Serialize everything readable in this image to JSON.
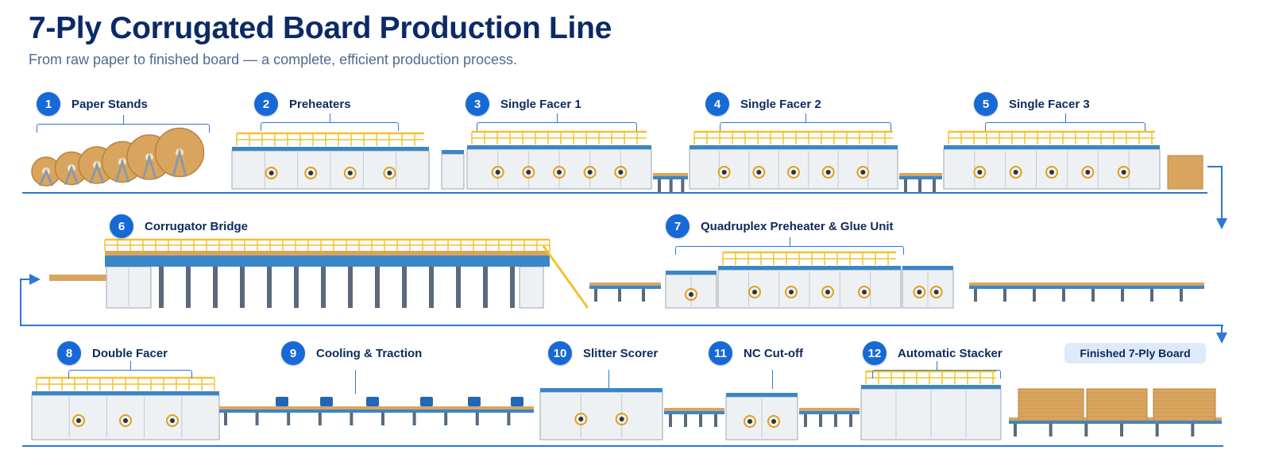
{
  "header": {
    "title": "7-Ply Corrugated Board Production Line",
    "subtitle": "From raw paper to finished board — a complete, efficient production process."
  },
  "stages": [
    {
      "number": "1",
      "label": "Paper Stands"
    },
    {
      "number": "2",
      "label": "Preheaters"
    },
    {
      "number": "3",
      "label": "Single Facer 1"
    },
    {
      "number": "4",
      "label": "Single Facer 2"
    },
    {
      "number": "5",
      "label": "Single Facer 3"
    },
    {
      "number": "6",
      "label": "Corrugator Bridge"
    },
    {
      "number": "7",
      "label": "Quadruplex Preheater & Glue Unit"
    },
    {
      "number": "8",
      "label": "Double Facer"
    },
    {
      "number": "9",
      "label": "Cooling & Traction"
    },
    {
      "number": "10",
      "label": "Slitter Scorer"
    },
    {
      "number": "11",
      "label": "NC Cut-off"
    },
    {
      "number": "12",
      "label": "Automatic Stacker"
    }
  ],
  "output_label": "Finished 7-Ply Board",
  "colors": {
    "title": "#0b2a66",
    "accent": "#1769d6",
    "flow_line": "#2d77d6",
    "machine_body": "#eef1f4",
    "rail": "#f2c230",
    "conveyor": "#3b86c6",
    "kraft": "#d9a55e"
  }
}
